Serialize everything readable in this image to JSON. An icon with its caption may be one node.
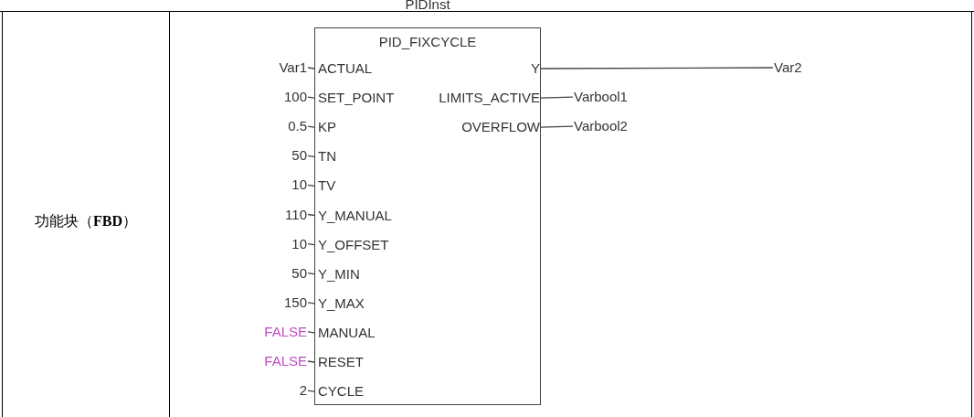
{
  "diagram": {
    "nodes": [
      {
        "text": [
          "PIDInst",
          "PID_FIXCYCLE"
        ]
      },
      {
        "text": [
          "ACTUAL"
        ],
        "in": 0
      },
      {
        "text": [
          "SET_POINT"
        ],
        "in": 0
      },
      {
        "text": [
          "KP"
        ],
        "in": 0
      },
      {
        "text": [
          "TN"
        ],
        "in": 0
      },
      {
        "text": [
          "TV"
        ],
        "in": 0
      },
      {
        "text": [
          "Y_MANUAL"
        ],
        "in": 0
      },
      {
        "text": [
          "Y_OFFSET"
        ],
        "in": 0
      },
      {
        "text": [
          "Y_MIN"
        ],
        "in": 0
      },
      {
        "text": [
          "Y_MAX"
        ],
        "in": 0
      },
      {
        "text": [
          "MANUAL"
        ],
        "in": 0
      },
      {
        "text": [
          "RESET"
        ],
        "in": 0
      },
      {
        "text": [
          "CYCLE"
        ],
        "in": 0
      },
      {
        "text": [
          "Y"
        ],
        "in": 0
      },
      {
        "text": [
          "LIMITS_ACTIVE"
        ],
        "in": 0
      },
      {
        "text": [
          "OVERFLOW"
        ],
        "in": 0
      },
      {
        "text": [
          "Var1"
        ]
      },
      {
        "text": [
          "100"
        ]
      },
      {
        "text": [
          "0.5"
        ]
      },
      {
        "text": [
          "50"
        ]
      },
      {
        "text": [
          "10"
        ]
      },
      {
        "text": [
          "110"
        ]
      },
      {
        "text": [
          "10"
        ]
      },
      {
        "text": [
          "50"
        ]
      },
      {
        "text": [
          "150"
        ]
      },
      {
        "text": [
          "FALSE"
        ]
      },
      {
        "text": [
          "FALSE"
        ]
      },
      {
        "text": [
          "2"
        ]
      },
      {
        "text": [
          "Var2"
        ]
      },
      {
        "text": [
          "Varbool1"
        ]
      },
      {
        "text": [
          "Varbool2"
        ]
      }
    ],
    "edges": [
      {
        "from": 16,
        "to": 1,
        "arrow": "none"
      },
      {
        "from": 17,
        "to": 2,
        "arrow": "none"
      },
      {
        "from": 18,
        "to": 3,
        "arrow": "none"
      },
      {
        "from": 19,
        "to": 4,
        "arrow": "none"
      },
      {
        "from": 20,
        "to": 5,
        "arrow": "none"
      },
      {
        "from": 21,
        "to": 6,
        "arrow": "none"
      },
      {
        "from": 22,
        "to": 7,
        "arrow": "none"
      },
      {
        "from": 23,
        "to": 8,
        "arrow": "none"
      },
      {
        "from": 24,
        "to": 9,
        "arrow": "none"
      },
      {
        "from": 25,
        "to": 10,
        "arrow": "none"
      },
      {
        "from": 26,
        "to": 11,
        "arrow": "none"
      },
      {
        "from": 27,
        "to": 12,
        "arrow": "none"
      },
      {
        "from": 13,
        "to": 28,
        "arrow": "none"
      },
      {
        "from": 14,
        "to": 29,
        "arrow": "none"
      },
      {
        "from": 15,
        "to": 30,
        "arrow": "none"
      }
    ],
    "labels": [
      "功能块（**FBD**）"
    ]
  }
}
